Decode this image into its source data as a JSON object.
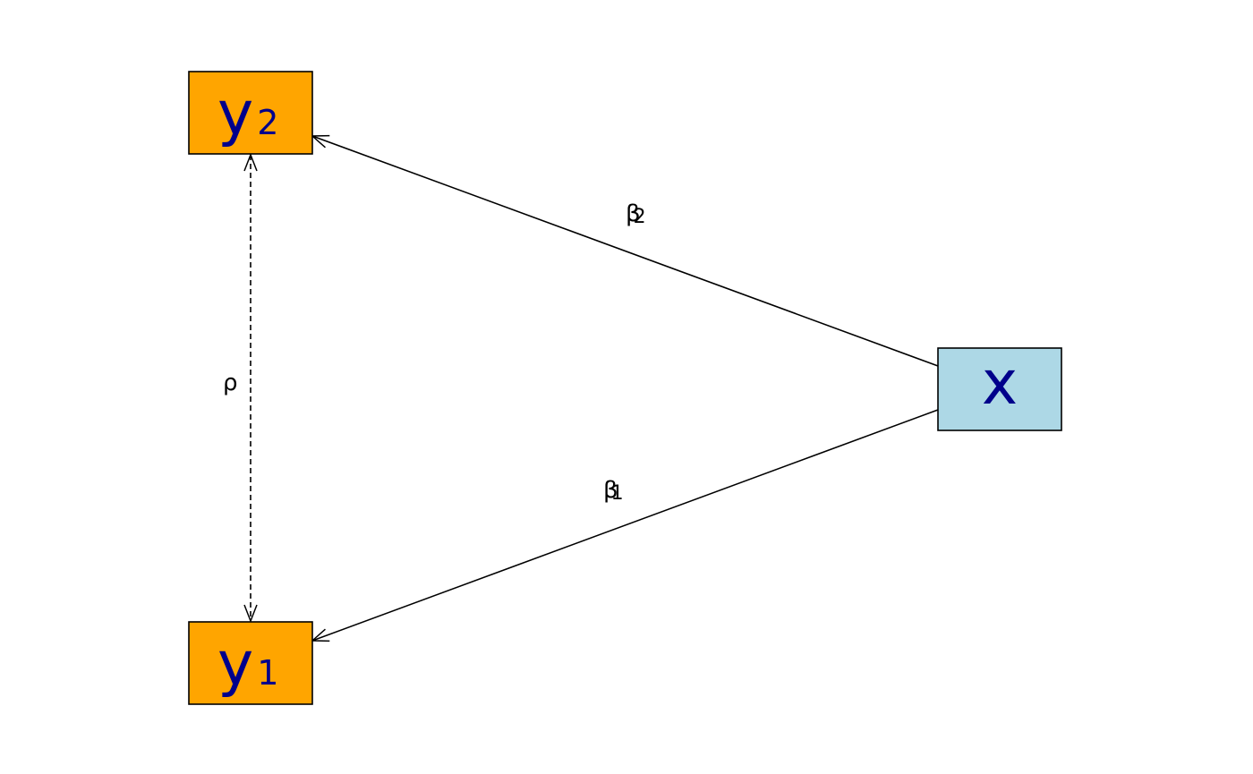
{
  "nodes": {
    "y2": {
      "label": "y",
      "sub": "2",
      "fill": "#FFA500"
    },
    "y1": {
      "label": "y",
      "sub": "1",
      "fill": "#FFA500"
    },
    "x": {
      "label": "x",
      "fill": "#ADD8E6"
    }
  },
  "edges": {
    "beta2": {
      "label": "β",
      "sub": "2"
    },
    "beta1": {
      "label": "β",
      "sub": "1"
    },
    "rho": {
      "label": "ρ"
    }
  },
  "colors": {
    "node_text": "#00008B",
    "line": "#000000"
  }
}
